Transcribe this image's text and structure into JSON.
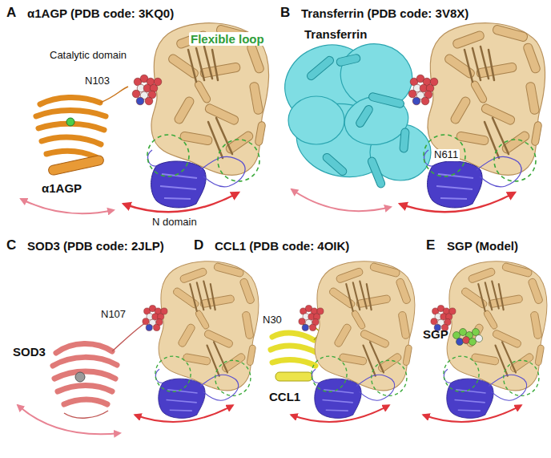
{
  "diagram": {
    "labels": [
      "A",
      "α1AGP (PDB code: 3KQ0)",
      "Catalytic domain",
      "N103",
      "Flexible loop",
      "α1AGP",
      "N domain",
      "B",
      "Transferrin (PDB code: 3V8X)",
      "Transferrin",
      "N611",
      "C",
      "SOD3 (PDB code: 2JLP)",
      "N107",
      "SOD3",
      "D",
      "CCL1 (PDB code: 4OIK)",
      "N30",
      "CCL1",
      "E",
      "SGP (Model)",
      "SGP"
    ]
  }
}
